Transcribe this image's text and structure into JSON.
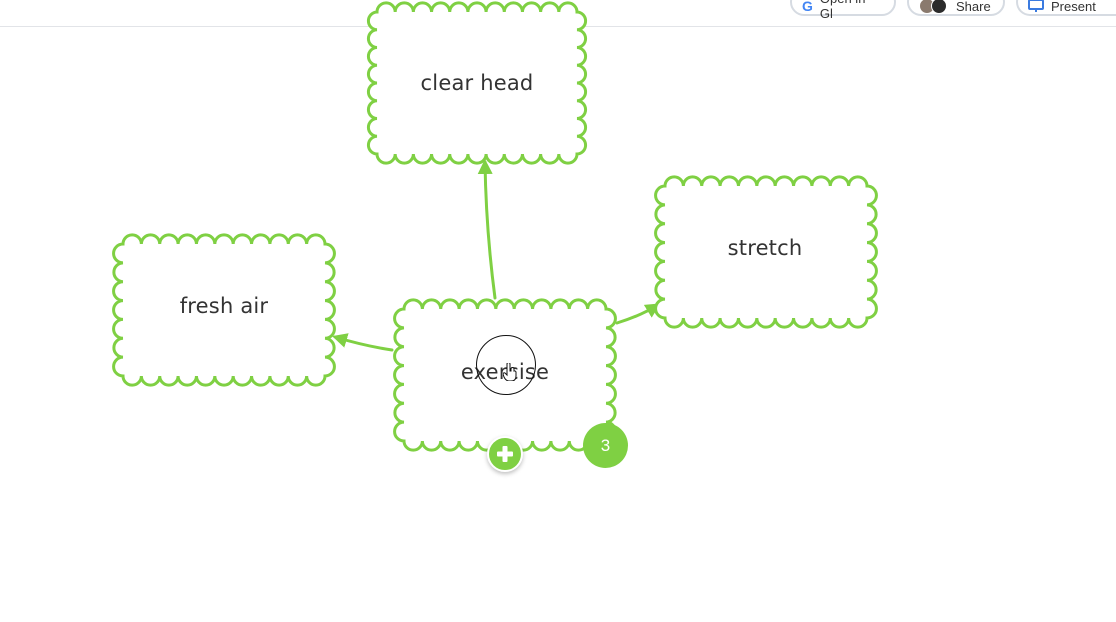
{
  "topbar": {
    "open_label": "Open in Gl",
    "share_label": "Share",
    "present_label": "Present",
    "open_icon": "g-logo-icon",
    "share_icon": "collaborator-avatars",
    "present_icon": "presentation-icon"
  },
  "nodes": {
    "top": "clear head",
    "left": "fresh air",
    "right": "stretch",
    "center": "exercise"
  },
  "badge": {
    "count": "3"
  },
  "colors": {
    "accent": "#7fd043",
    "node_border": "#7fd043",
    "text": "#333333"
  }
}
